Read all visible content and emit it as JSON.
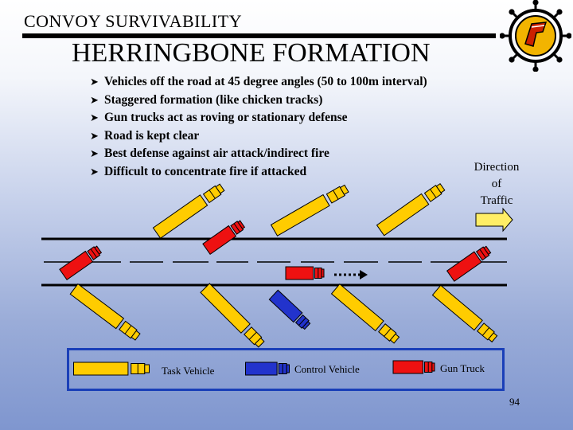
{
  "header": {
    "section_title": "CONVOY SURVIVABILITY",
    "main_title": "HERRINGBONE FORMATION"
  },
  "bullets": [
    "Vehicles off the road at 45 degree angles (50 to 100m interval)",
    "Staggered formation (like chicken tracks)",
    "Gun trucks act as roving or stationary defense",
    "Road is kept clear",
    "Best defense against air attack/indirect fire",
    "Difficult to concentrate fire if attacked"
  ],
  "direction": {
    "line1": "Direction",
    "line2": "of",
    "line3": "Traffic"
  },
  "legend": {
    "task": "Task Vehicle",
    "control": "Control Vehicle",
    "gun": "Gun Truck"
  },
  "colors": {
    "task": "#ffcc00",
    "control": "#2233cc",
    "gun": "#ee1111",
    "legend_border": "#1a3fb8",
    "direction_arrow": "#ffee66"
  },
  "icons": {
    "emblem": "transportation-corps-emblem-icon",
    "arrow": "direction-arrow-icon",
    "bullet": "arrowhead-bullet-icon"
  },
  "page_number": "94"
}
